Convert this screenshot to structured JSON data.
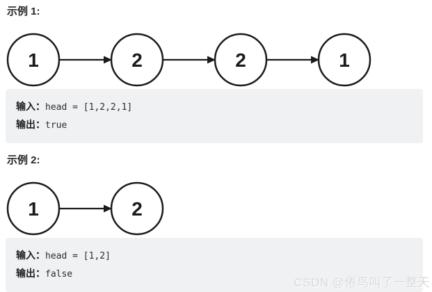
{
  "examples": [
    {
      "heading": "示例 1:",
      "diagram": {
        "type": "linked-list",
        "nodes": [
          "1",
          "2",
          "2",
          "1"
        ]
      },
      "io": [
        {
          "label": "输入：",
          "code": "head = [1,2,2,1]"
        },
        {
          "label": "输出：",
          "code": "true"
        }
      ]
    },
    {
      "heading": "示例 2:",
      "diagram": {
        "type": "linked-list",
        "nodes": [
          "1",
          "2"
        ]
      },
      "io": [
        {
          "label": "输入：",
          "code": "head = [1,2]"
        },
        {
          "label": "输出：",
          "code": "false"
        }
      ]
    }
  ],
  "watermark": {
    "text": "CSDN @倦鸟叫了一整天"
  },
  "colors": {
    "node_stroke": "#1a1a1a",
    "node_fill": "#ffffff",
    "node_text": "#1a1a1a",
    "arrow": "#1a1a1a",
    "code_block_bg": "#eff1f3",
    "watermark_text": "#d9d9d9"
  }
}
